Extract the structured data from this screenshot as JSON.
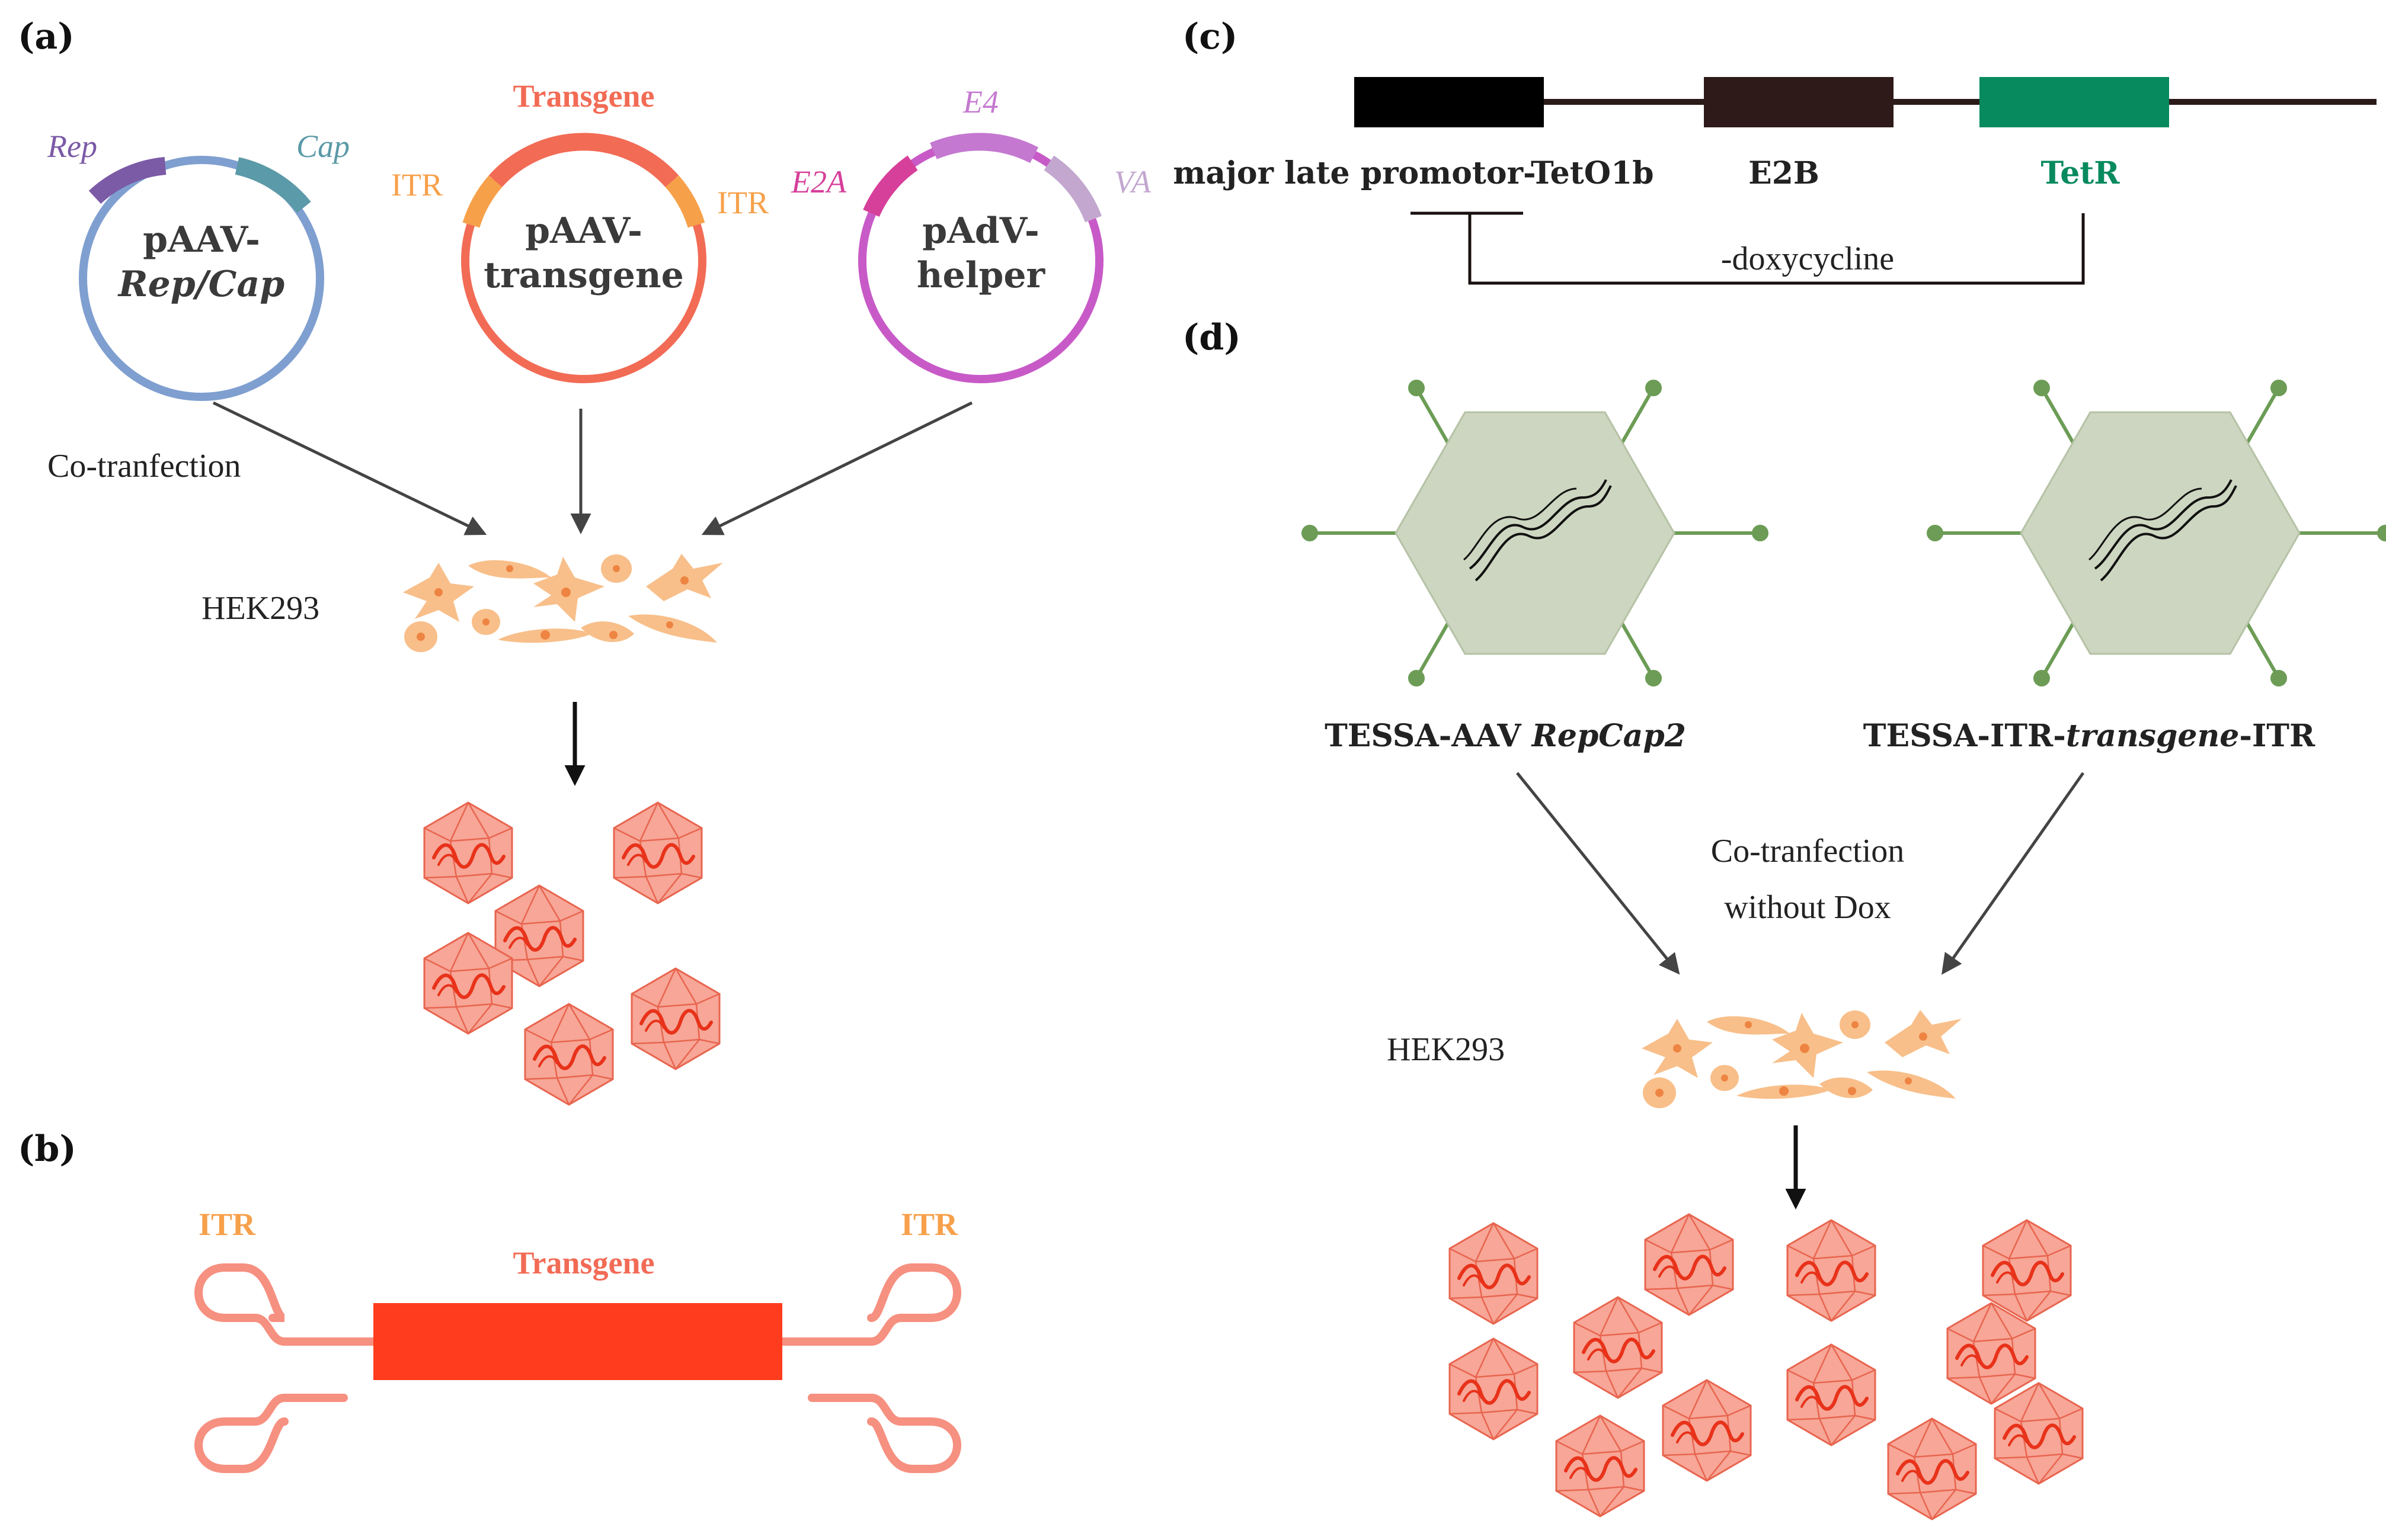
{
  "panels": {
    "a": "(a)",
    "b": "(b)",
    "c": "(c)",
    "d": "(d)"
  },
  "panel_a": {
    "plasmid1": {
      "line1": "pAAV-",
      "line2": "Rep/Cap",
      "gene_left": "Rep",
      "gene_right": "Cap"
    },
    "plasmid2": {
      "line1": "pAAV-",
      "line2": "transgene",
      "gene_top": "Transgene",
      "gene_left": "ITR",
      "gene_right": "ITR"
    },
    "plasmid3": {
      "line1": "pAdV-",
      "line2": "helper",
      "gene_top": "E4",
      "gene_left": "E2A",
      "gene_right": "VA"
    },
    "cotransfection": "Co-tranfection",
    "cell_label": "HEK293"
  },
  "panel_b": {
    "itr_left": "ITR",
    "itr_right": "ITR",
    "transgene": "Transgene"
  },
  "panel_c": {
    "promoter": "major late promotor-TetO1b",
    "e2b": "E2B",
    "tetr": "TetR",
    "repression": "-doxycycline"
  },
  "panel_d": {
    "virus1_label_a": "TESSA-AAV ",
    "virus1_label_b": "RepCap2",
    "virus2_label_a": "TESSA-ITR-",
    "virus2_label_b": "transgene",
    "virus2_label_c": "-ITR",
    "cotransfection_line1": "Co-tranfection",
    "cotransfection_line2": "without Dox",
    "cell_label": "HEK293"
  },
  "colors": {
    "rep": "#7b5aa6",
    "cap": "#5b9aa8",
    "plasmid1_ring": "#7f9fd0",
    "plasmid2_ring": "#f26b55",
    "itr_orange": "#f7a04a",
    "plasmid3_ring": "#c85ac8",
    "e2a": "#d63f9a",
    "e4": "#c478d0",
    "va": "#c3a7cf",
    "transgene_box": "#ff3d1e",
    "transgene_label": "#f26b55",
    "itr_hairpin": "#f69080",
    "tetr": "#078a5e",
    "e2b": "#3a2624",
    "capsid_fill": "#f7a697",
    "cell_fill": "#f8bf8a",
    "virus_hex": "#cdd6c0",
    "virus_spike": "#6c9c55"
  }
}
